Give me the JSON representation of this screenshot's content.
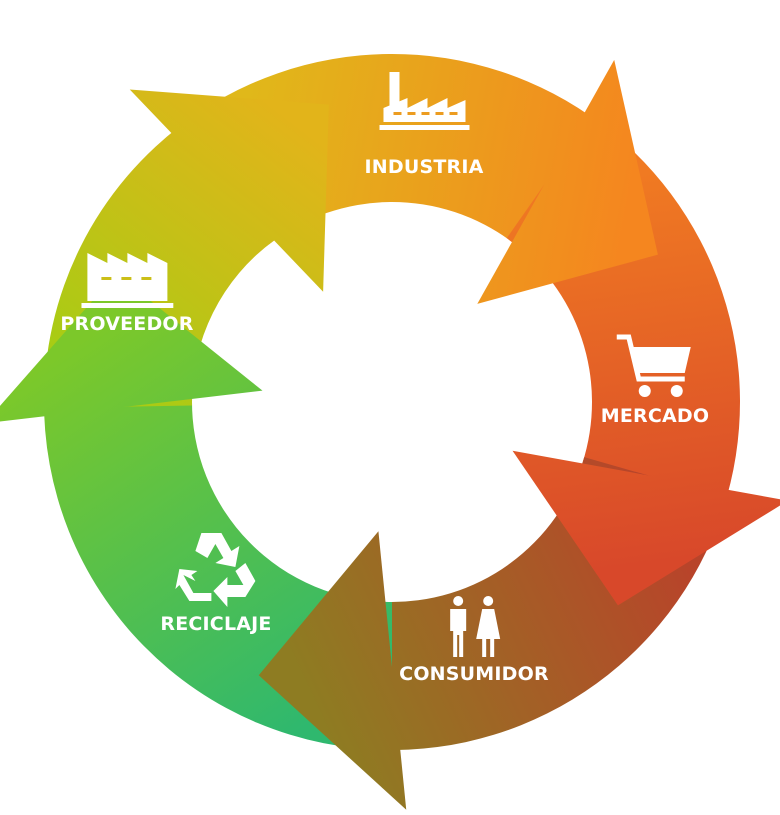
{
  "diagram": {
    "title_hidden": null,
    "stages": [
      {
        "id": "industria",
        "label": "INDUSTRIA",
        "icon": "factory-chimney-icon",
        "colors": [
          "#e0b81a",
          "#f5861f"
        ]
      },
      {
        "id": "mercado",
        "label": "MERCADO",
        "icon": "shopping-cart-icon",
        "colors": [
          "#f07a22",
          "#d8482a"
        ]
      },
      {
        "id": "consumidor",
        "label": "CONSUMIDOR",
        "icon": "people-icon",
        "colors": [
          "#b8442a",
          "#8e7c22"
        ]
      },
      {
        "id": "reciclaje",
        "label": "RECICLAJE",
        "icon": "recycle-icon",
        "colors": [
          "#2fb86e",
          "#7cc82a"
        ]
      },
      {
        "id": "proveedor",
        "label": "PROVEEDOR",
        "icon": "factory-icon",
        "colors": [
          "#a8cc14",
          "#e2b41a"
        ]
      }
    ]
  }
}
